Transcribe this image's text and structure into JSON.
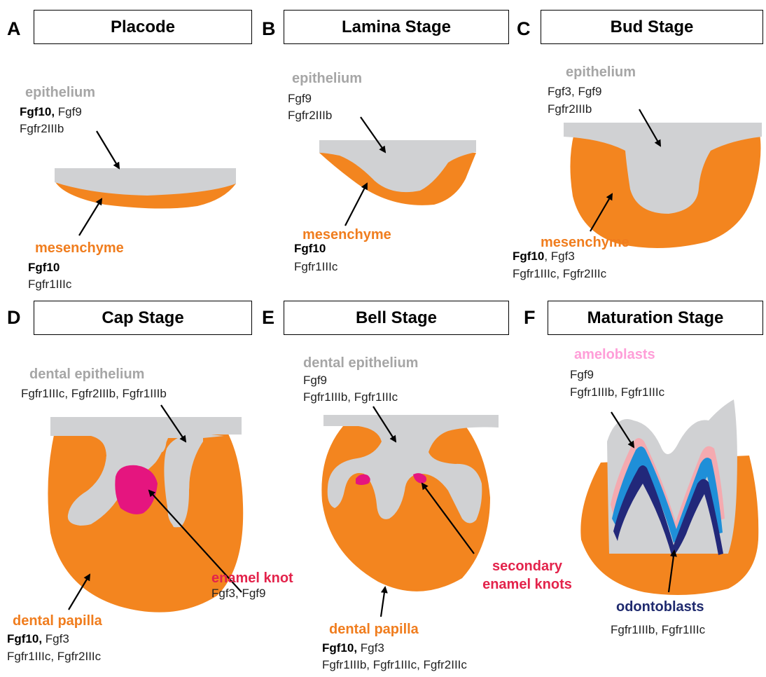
{
  "colors": {
    "epithelium_gray": "#d0d1d3",
    "mesenchyme_orange": "#f3851f",
    "enamel_knot_magenta": "#e5157f",
    "ameloblast_pink": "#f4aab0",
    "odontoblast_navy": "#22287a",
    "dentin_blue": "#1f8fd8"
  },
  "panels": {
    "A": {
      "letter": "A",
      "title": "Placode",
      "epithelium": {
        "label": "epithelium",
        "bold_gene": "Fgf10,",
        "genes": "Fgf9",
        "line2": "Fgfr2IIIb"
      },
      "mesenchyme": {
        "label": "mesenchyme",
        "bold_gene": "Fgf10",
        "line2": "Fgfr1IIIc"
      }
    },
    "B": {
      "letter": "B",
      "title": "Lamina  Stage",
      "epithelium": {
        "label": "epithelium",
        "line1": "Fgf9",
        "line2": "Fgfr2IIIb"
      },
      "mesenchyme": {
        "label": "mesenchyme",
        "bold_gene": "Fgf10",
        "line2": "Fgfr1IIIc"
      }
    },
    "C": {
      "letter": "C",
      "title": "Bud Stage",
      "epithelium": {
        "label": "epithelium",
        "line1": "Fgf3, Fgf9",
        "line2": "Fgfr2IIIb"
      },
      "mesenchyme": {
        "label": "mesenchyme",
        "bold_gene": "Fgf10",
        "genes": ", Fgf3",
        "line2": "Fgfr1IIIc, Fgfr2IIIc"
      }
    },
    "D": {
      "letter": "D",
      "title": "Cap Stage",
      "epithelium": {
        "label": "dental epithelium",
        "line1": "Fgfr1IIIc, Fgfr2IIIb, Fgfr1IIIb"
      },
      "knot": {
        "label": "enamel knot",
        "line1": "Fgf3, Fgf9"
      },
      "papilla": {
        "label": "dental papilla",
        "bold_gene": "Fgf10,",
        "genes": "Fgf3",
        "line2": "Fgfr1IIIc, Fgfr2IIIc"
      }
    },
    "E": {
      "letter": "E",
      "title": "Bell Stage",
      "epithelium": {
        "label": "dental epithelium",
        "line1": "Fgf9",
        "line2": "Fgfr1IIIb, Fgfr1IIIc"
      },
      "knot": {
        "label_line1": "secondary",
        "label_line2": "enamel knots"
      },
      "papilla": {
        "label": "dental papilla",
        "bold_gene": "Fgf10,",
        "genes": "Fgf3",
        "line2": "Fgfr1IIIb, Fgfr1IIIc, Fgfr2IIIc"
      }
    },
    "F": {
      "letter": "F",
      "title": "Maturation  Stage",
      "ameloblasts": {
        "label": "ameloblasts",
        "line1": "Fgf9",
        "line2": "Fgfr1IIIb, Fgfr1IIIc"
      },
      "odontoblasts": {
        "label": "odontoblasts",
        "line1": "Fgfr1IIIb, Fgfr1IIIc"
      }
    }
  }
}
